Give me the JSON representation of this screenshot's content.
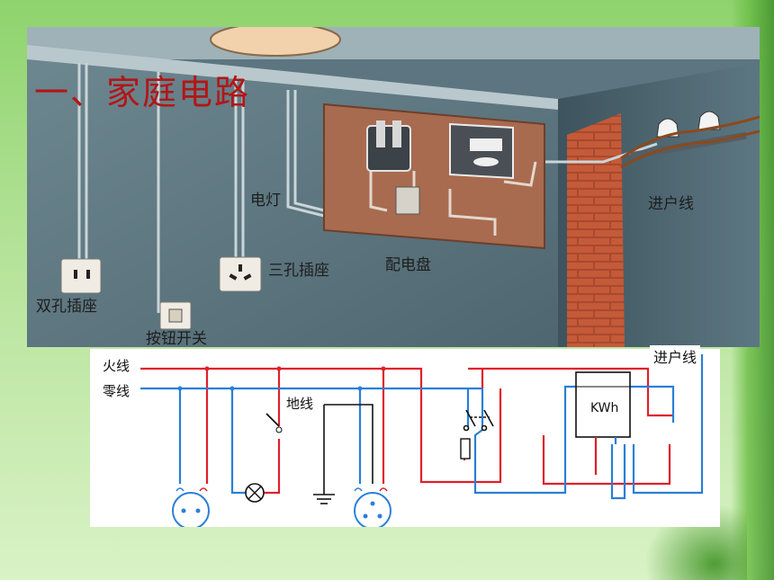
{
  "title": "一、家庭电路",
  "photo_labels": {
    "lamp": "电灯",
    "incoming_line": "进户线",
    "distribution_board": "配电盘",
    "three_hole_socket": "三孔插座",
    "two_hole_socket": "双孔插座",
    "button_switch": "按钮开关"
  },
  "schematic_labels": {
    "live_wire": "火线",
    "neutral_wire": "零线",
    "ground_wire": "地线",
    "incoming_line": "进户线",
    "meter": "KWh"
  },
  "colors": {
    "live": "#e0202a",
    "neutral": "#2a7fd8",
    "ground": "#111111",
    "title": "#b21616"
  }
}
